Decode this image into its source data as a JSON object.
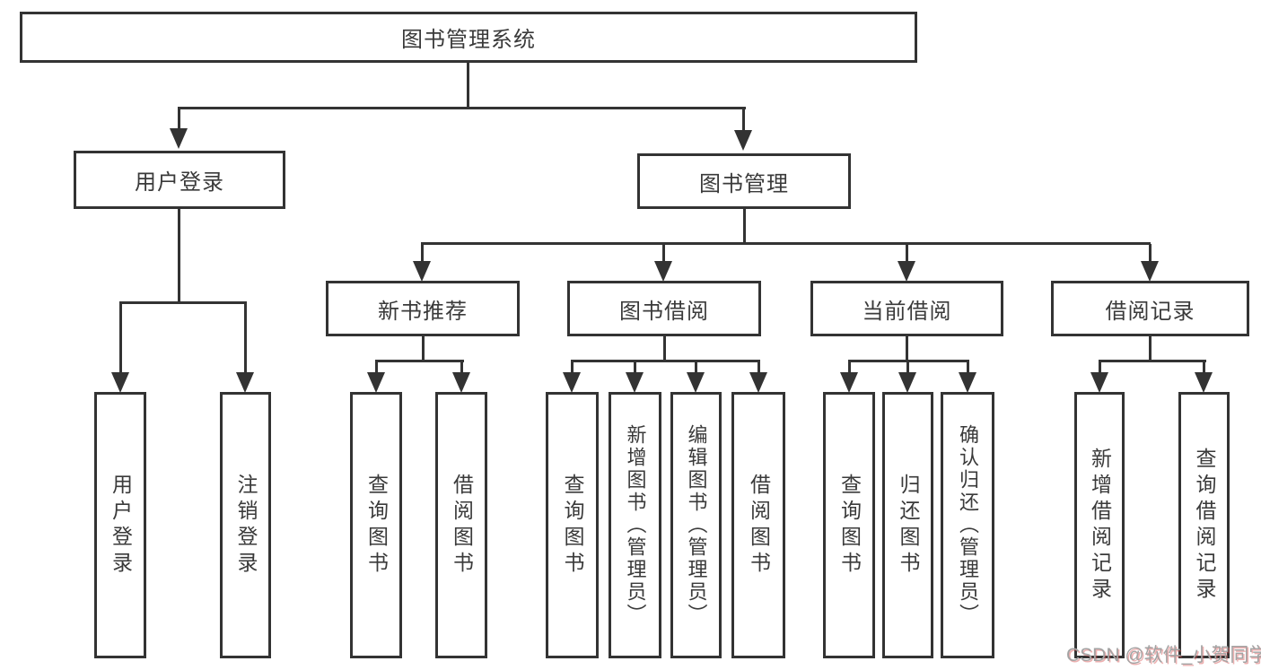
{
  "tree": {
    "root": {
      "label": "图书管理系统"
    },
    "level2": [
      {
        "label": "用户登录"
      },
      {
        "label": "图书管理"
      }
    ],
    "level3": [
      {
        "label": "新书推荐"
      },
      {
        "label": "图书借阅"
      },
      {
        "label": "当前借阅"
      },
      {
        "label": "借阅记录"
      }
    ],
    "leaves": {
      "user_login": [
        "用户登录",
        "注销登录"
      ],
      "new_book": [
        "查询图书",
        "借阅图书"
      ],
      "book_borrow": [
        "查询图书",
        "新增图书（管理员）",
        "编辑图书（管理员）",
        "借阅图书"
      ],
      "current_borrow": [
        "查询图书",
        "归还图书",
        "确认归还（管理员）"
      ],
      "borrow_records": [
        "新增借阅记录",
        "查询借阅记录"
      ]
    }
  },
  "watermark": {
    "text": "CSDN @软件_小贺同学"
  },
  "colors": {
    "line": "#333333",
    "box_border": "#333333",
    "text": "#3a3a3a",
    "background": "#ffffff",
    "watermark_gray": "#a3a3a3",
    "watermark_red": "#d65050"
  }
}
